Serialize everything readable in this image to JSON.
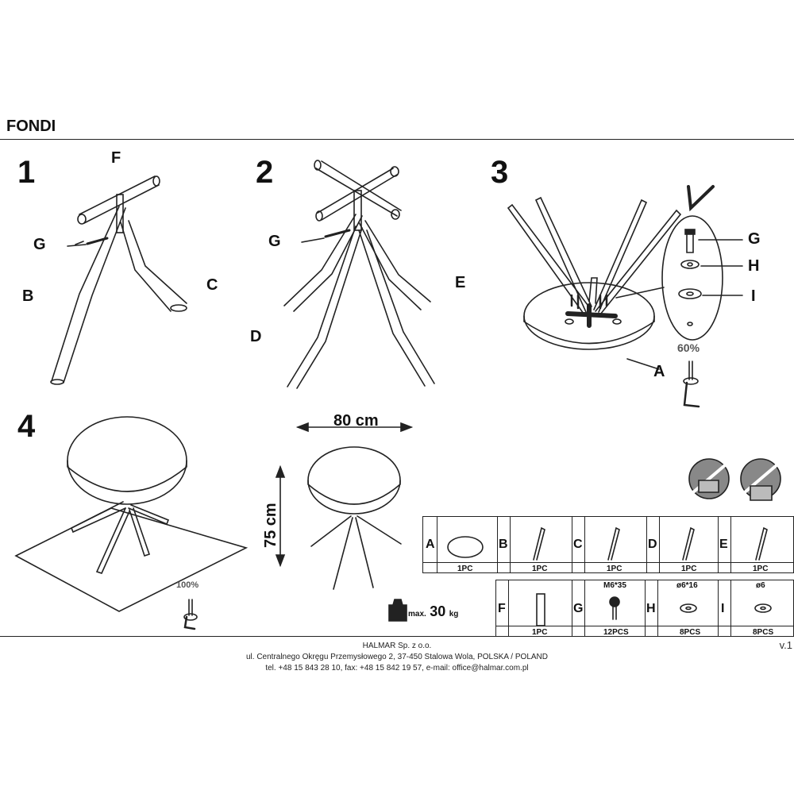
{
  "doc": {
    "title": "FONDI",
    "version": "v.1"
  },
  "steps": [
    "1",
    "2",
    "3",
    "4"
  ],
  "part_labels": {
    "A": "A",
    "B": "B",
    "C": "C",
    "D": "D",
    "E": "E",
    "F": "F",
    "G": "G",
    "H": "H",
    "I": "I"
  },
  "tightening": {
    "step3": "60%",
    "step4": "100%"
  },
  "dimensions": {
    "width": "80 cm",
    "height": "75 cm"
  },
  "max_load": {
    "prefix": "max.",
    "value": "30",
    "unit": "kg"
  },
  "parts_table": {
    "row1": [
      {
        "letter": "A",
        "qty": "1PC"
      },
      {
        "letter": "B",
        "qty": "1PC"
      },
      {
        "letter": "C",
        "qty": "1PC"
      },
      {
        "letter": "D",
        "qty": "1PC"
      },
      {
        "letter": "E",
        "qty": "1PC"
      }
    ],
    "row2": [
      {
        "letter": "F",
        "spec": "",
        "qty": "1PC"
      },
      {
        "letter": "G",
        "spec": "M6*35",
        "qty": "12PCS"
      },
      {
        "letter": "H",
        "spec": "ø6*16",
        "qty": "8PCS"
      },
      {
        "letter": "I",
        "spec": "ø6",
        "qty": "8PCS"
      }
    ]
  },
  "footer": {
    "company": "HALMAR Sp. z o.o.",
    "address": "ul. Centralnego Okręgu Przemysłowego 2, 37-450 Stalowa Wola, POLSKA / POLAND",
    "contact": "tel. +48 15 843 28 10, fax: +48 15 842 19 57, e-mail: office@halmar.com.pl"
  }
}
